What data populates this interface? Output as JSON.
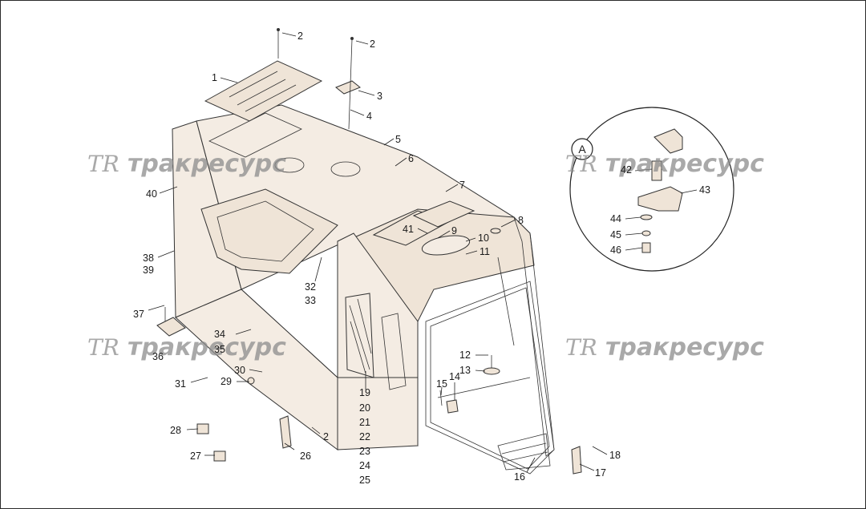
{
  "watermark": {
    "logo": "TR",
    "text": "тракресурс"
  },
  "detail": {
    "marker": "A"
  },
  "callouts": [
    "1",
    "2",
    "2",
    "3",
    "4",
    "5",
    "6",
    "7",
    "8",
    "9",
    "10",
    "11",
    "12",
    "13",
    "14",
    "15",
    "16",
    "17",
    "18",
    "19",
    "20",
    "21",
    "22",
    "23",
    "24",
    "25",
    "2",
    "26",
    "27",
    "28",
    "29",
    "30",
    "31",
    "32",
    "33",
    "34",
    "35",
    "36",
    "37",
    "38",
    "39",
    "40",
    "41",
    "42",
    "43",
    "44",
    "45",
    "46"
  ]
}
